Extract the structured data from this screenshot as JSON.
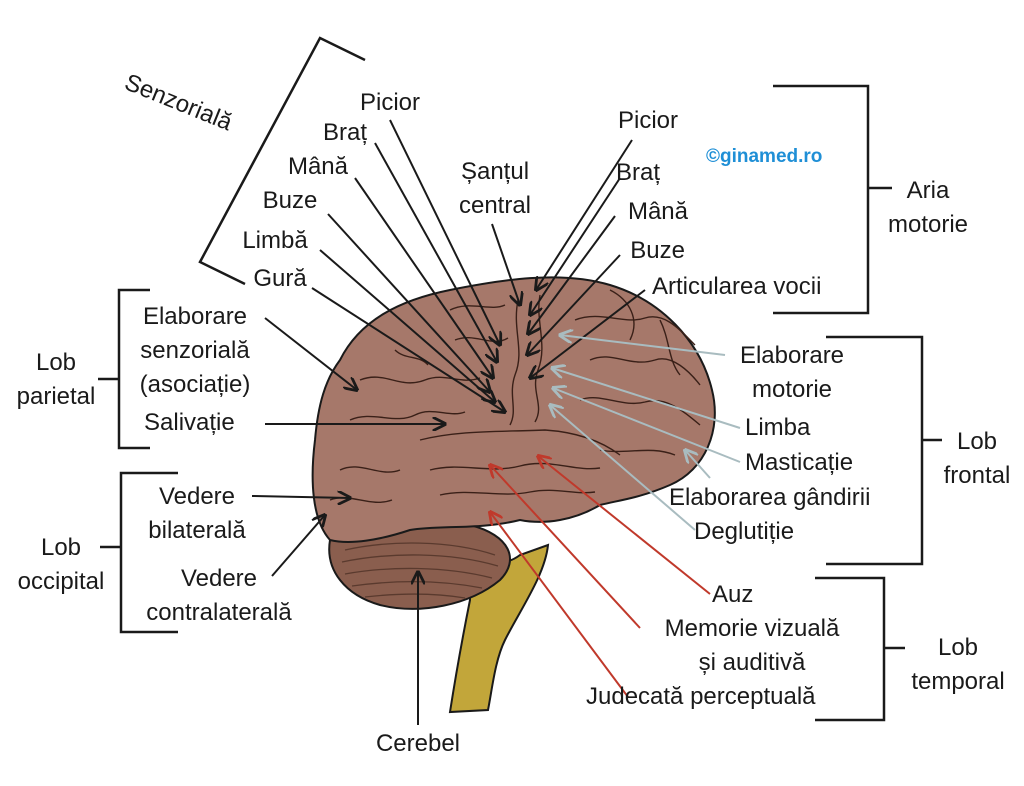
{
  "watermark": "©ginamed.ro",
  "groups": {
    "senzoriala": "Senzorială",
    "aria_motorie": [
      "Aria",
      "motorie"
    ],
    "lob_parietal": [
      "Lob",
      "parietal"
    ],
    "lob_occipital": [
      "Lob",
      "occipital"
    ],
    "lob_frontal": [
      "Lob",
      "frontal"
    ],
    "lob_temporal": [
      "Lob",
      "temporal"
    ]
  },
  "sensory_labels": [
    "Picior",
    "Braț",
    "Mână",
    "Buze",
    "Limbă",
    "Gură"
  ],
  "motor_labels": [
    "Picior",
    "Braț",
    "Mână",
    "Buze",
    "Articularea vocii"
  ],
  "central_sulcus": [
    "Șanțul",
    "central"
  ],
  "parietal_labels": {
    "elaborare": [
      "Elaborare",
      "senzorială",
      "(asociație)"
    ],
    "salivatie": "Salivație"
  },
  "occipital_labels": {
    "bilateral": [
      "Vedere",
      "bilaterală"
    ],
    "contralateral": [
      "Vedere",
      "contralaterală"
    ]
  },
  "frontal_labels": {
    "motorie": [
      "Elaborare",
      "motorie"
    ],
    "limba": "Limba",
    "masticatie": "Masticație",
    "gandire": "Elaborarea gândirii",
    "deglutitie": "Deglutiție"
  },
  "temporal_labels": {
    "auz": "Auz",
    "memorie": [
      "Memorie vizuală",
      "și auditivă"
    ],
    "judecata": "Judecată perceptuală"
  },
  "cerebel": "Cerebel",
  "colors": {
    "cortex": "#a6786a",
    "cerebellum": "#8a5e4e",
    "brainstem": "#c2a63a",
    "outline": "#1a1a1a",
    "arrow_black": "#1a1a1a",
    "arrow_grey": "#a9bcc0",
    "arrow_red": "#c0392b",
    "watermark": "#1f8fd6"
  }
}
